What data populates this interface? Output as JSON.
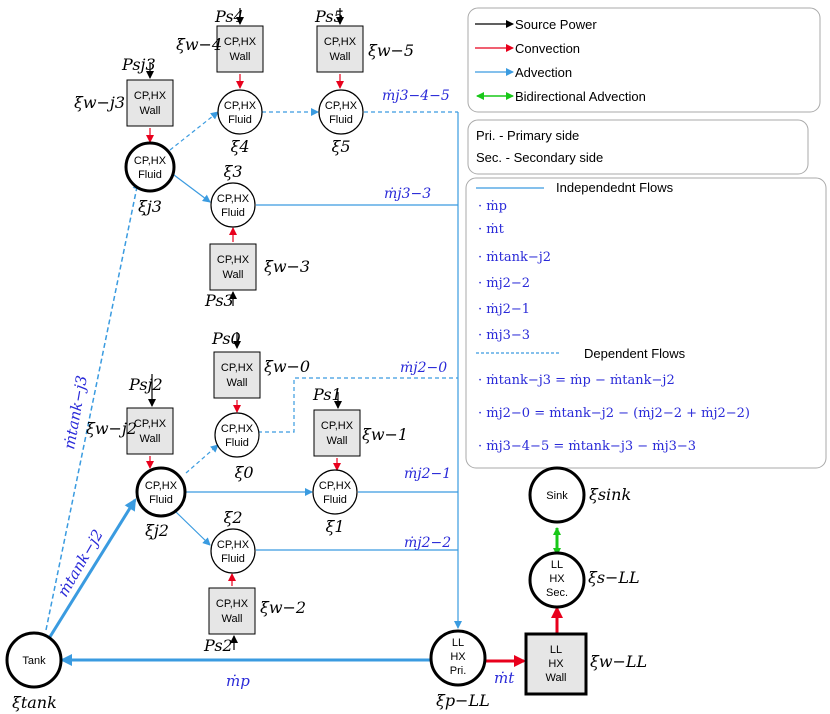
{
  "legend": {
    "source_power": "Source Power",
    "convection": "Convection",
    "advection": "Advection",
    "bidirectional": "Bidirectional Advection",
    "colors": {
      "source": "#000000",
      "convection": "#e8001c",
      "advection": "#3a9be0",
      "bidirectional": "#19c819"
    }
  },
  "sides": {
    "primary": "Pri. - Primary side",
    "secondary": "Sec. - Secondary side"
  },
  "flows": {
    "independent_title": "Independednt Flows",
    "independent": [
      "· ṁp",
      "· ṁt",
      "· ṁtank−j2",
      "· ṁj2−2",
      "· ṁj2−1",
      "· ṁj3−3"
    ],
    "dependent_title": "Dependent Flows",
    "dependent": [
      "· ṁtank−j3 = ṁp − ṁtank−j2",
      "· ṁj2−0 = ṁtank−j2 − (ṁj2−2 + ṁj2−2)",
      "· ṁj3−4−5 = ṁtank−j3 − ṁj3−3"
    ]
  },
  "nodes": {
    "cp_hx_fluid": [
      "CP,HX",
      "Fluid"
    ],
    "cp_hx_wall": [
      "CP,HX",
      "Wall"
    ],
    "tank": "Tank",
    "sink": "Sink",
    "ll_pri": [
      "LL",
      "HX",
      "Pri."
    ],
    "ll_sec": [
      "LL",
      "HX",
      "Sec."
    ],
    "ll_wall": [
      "LL",
      "HX",
      "Wall"
    ]
  },
  "labels": {
    "xi_j3": "ξj3",
    "xi_j2": "ξj2",
    "xi_3": "ξ3",
    "xi_4": "ξ4",
    "xi_5": "ξ5",
    "xi_0": "ξ0",
    "xi_1": "ξ1",
    "xi_2": "ξ2",
    "xi_w_j3": "ξw−j3",
    "xi_w_j2": "ξw−j2",
    "xi_w_4": "ξw−4",
    "xi_w_5": "ξw−5",
    "xi_w_3": "ξw−3",
    "xi_w_0": "ξw−0",
    "xi_w_1": "ξw−1",
    "xi_w_2": "ξw−2",
    "xi_tank": "ξtank",
    "xi_sink": "ξsink",
    "xi_s_ll": "ξs−LL",
    "xi_w_ll": "ξw−LL",
    "xi_p_ll": "ξp−LL",
    "P_j3": "Psj3",
    "P_j2": "Psj2",
    "P_4": "Ps4",
    "P_5": "Ps5",
    "P_3": "Ps3",
    "P_0": "Ps0",
    "P_1": "Ps1",
    "P_2": "Ps2",
    "m_j3_4_5": "ṁj3−4−5",
    "m_j3_3": "ṁj3−3",
    "m_j2_0": "ṁj2−0",
    "m_j2_1": "ṁj2−1",
    "m_j2_2": "ṁj2−2",
    "m_p": "ṁp",
    "m_t": "ṁt",
    "m_tank_j3": "ṁtank−j3",
    "m_tank_j2": "ṁtank−j2"
  }
}
